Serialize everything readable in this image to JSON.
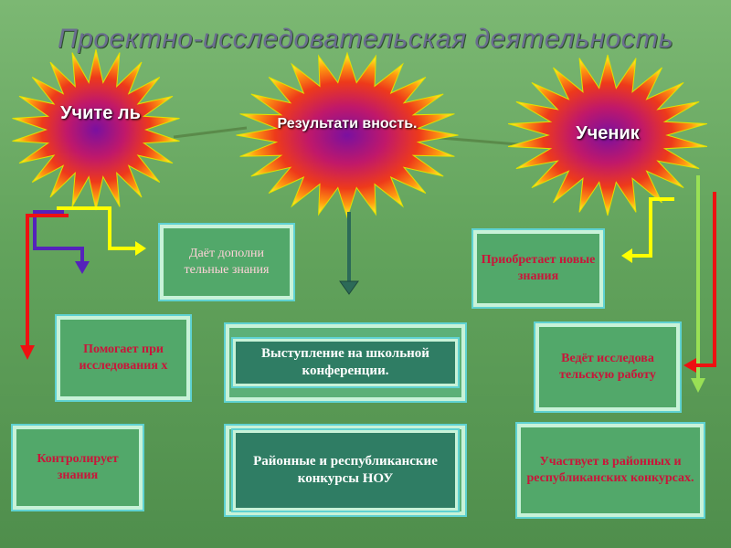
{
  "title": "Проектно-исследовательская деятельность",
  "bursts": {
    "teacher": "Учите ль",
    "result": "Результати вность.",
    "student": "Ученик"
  },
  "boxes": {
    "gives_knowledge": "Даёт дополни тельные знания",
    "acquires_knowledge": "Приобретает новые знания",
    "helps_research": "Помогает при исследования х",
    "school_conference": "Выступление на школьной конференции.",
    "leads_research": "Ведёт исследова тельскую работу",
    "controls_knowledge": "Контролирует знания",
    "competitions": "Районные и республиканские конкурсы НОУ",
    "participates": "Участвует в районных и республиканских конкурсах."
  },
  "colors": {
    "background": "#62a35c",
    "arrow_yellow": "#ffff00",
    "arrow_red": "#ee1111",
    "arrow_purple": "#5522bb",
    "arrow_lightgreen": "#99e055",
    "arrow_darkgreen": "#2c6a58"
  }
}
